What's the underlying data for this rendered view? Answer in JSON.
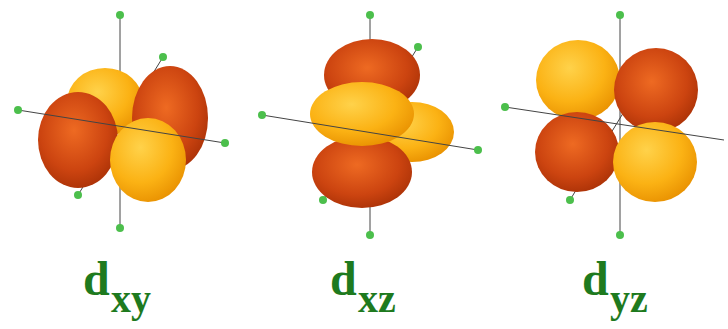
{
  "diagram": {
    "labels": [
      "d",
      "xy",
      "d",
      "xz",
      "d",
      "yz"
    ]
  }
}
